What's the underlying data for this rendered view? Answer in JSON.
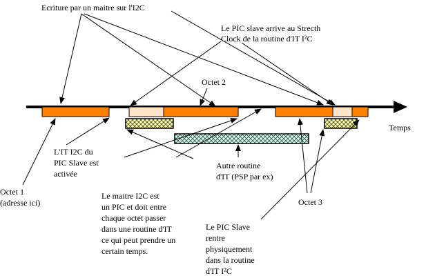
{
  "labels": {
    "ecriture": "Ecriture par un maitre sur l'I2C",
    "stretch_1": "Le PIC slave arrive au Strecth",
    "stretch_2": "Clock de la routine d'IT I²C",
    "octet2": "Octet 2",
    "temps": "Temps",
    "it_active": [
      "L'IT I2C du",
      "PIC Slave est",
      "activée"
    ],
    "octet1": [
      "Octet 1",
      "(adresse ici)"
    ],
    "autre_routine": [
      "Autre routine",
      "d'IT (PSP par ex)"
    ],
    "maitre": [
      "Le maitre I2C est",
      "un PIC et doit entre",
      "chaque octet passer",
      "dans une routine d'IT",
      "ce qui peut prendre un",
      "certain temps."
    ],
    "octet3": "Octet 3",
    "slave_rentre": [
      "Le PIC Slave",
      "rentre",
      "physiquement",
      "dans la routine",
      "d'IT I²C"
    ]
  },
  "colors": {
    "byte": "#ff8000",
    "stretch": "#ffe4c8",
    "slave_it": "#ffff99",
    "other_it": "#ccffee"
  }
}
